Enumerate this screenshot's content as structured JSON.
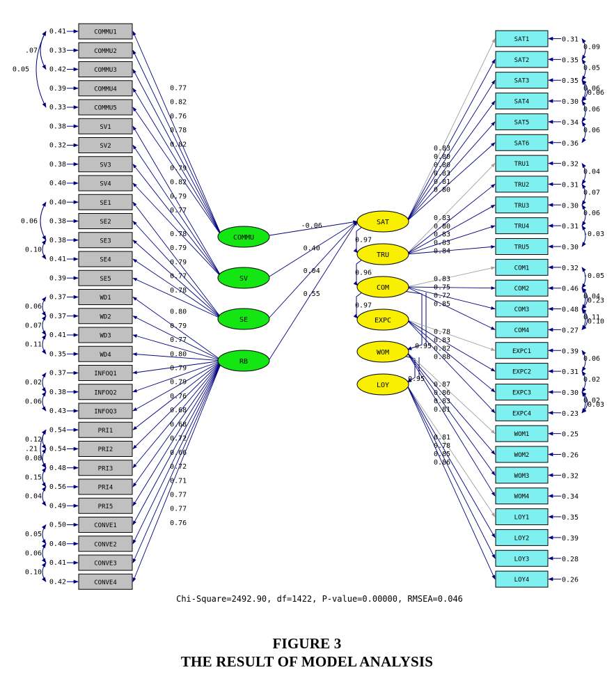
{
  "left_indicators": [
    {
      "name": "COMMU1",
      "error": "0.41",
      "loading": "0.77"
    },
    {
      "name": "COMMU2",
      "error": "0.33",
      "loading": "0.82"
    },
    {
      "name": "COMMU3",
      "error": "0.42",
      "loading": "0.76"
    },
    {
      "name": "COMMU4",
      "error": "0.39",
      "loading": "0.78"
    },
    {
      "name": "COMMU5",
      "error": "0.33",
      "loading": "0.82"
    },
    {
      "name": "SV1",
      "error": "0.38",
      "loading": "0.79"
    },
    {
      "name": "SV2",
      "error": "0.32",
      "loading": "0.82"
    },
    {
      "name": "SV3",
      "error": "0.38",
      "loading": "0.79"
    },
    {
      "name": "SV4",
      "error": "0.40",
      "loading": "0.77"
    },
    {
      "name": "SE1",
      "error": "0.40",
      "loading": "0.78"
    },
    {
      "name": "SE2",
      "error": "0.38",
      "loading": "0.79"
    },
    {
      "name": "SE3",
      "error": "0.38",
      "loading": "0.79"
    },
    {
      "name": "SE4",
      "error": "0.41",
      "loading": "0.77"
    },
    {
      "name": "SE5",
      "error": "0.39",
      "loading": "0.78"
    },
    {
      "name": "WD1",
      "error": "0.37",
      "loading": "0.80"
    },
    {
      "name": "WD2",
      "error": "0.37",
      "loading": "0.79"
    },
    {
      "name": "WD3",
      "error": "0.41",
      "loading": "0.77"
    },
    {
      "name": "WD4",
      "error": "0.35",
      "loading": "0.80"
    },
    {
      "name": "INFOQ1",
      "error": "0.37",
      "loading": "0.79"
    },
    {
      "name": "INFOQ2",
      "error": "0.38",
      "loading": "0.79"
    },
    {
      "name": "INFOQ3",
      "error": "0.43",
      "loading": "0.76"
    },
    {
      "name": "PRI1",
      "error": "0.54",
      "loading": "0.68"
    },
    {
      "name": "PRI2",
      "error": "0.54",
      "loading": "0.68"
    },
    {
      "name": "PRI3",
      "error": "0.48",
      "loading": "0.72"
    },
    {
      "name": "PRI4",
      "error": "0.56",
      "loading": "0.66"
    },
    {
      "name": "PRI5",
      "error": "0.49",
      "loading": "0.72"
    },
    {
      "name": "CONVE1",
      "error": "0.50",
      "loading": "0.71"
    },
    {
      "name": "CONVE2",
      "error": "0.40",
      "loading": "0.77"
    },
    {
      "name": "CONVE3",
      "error": "0.41",
      "loading": "0.77"
    },
    {
      "name": "CONVE4",
      "error": "0.42",
      "loading": "0.76"
    }
  ],
  "left_correlations": [
    {
      "from": 0,
      "to": 2,
      "value": ".07"
    },
    {
      "from": 0,
      "to": 4,
      "value": "0.05"
    },
    {
      "from": 9,
      "to": 11,
      "value": "0.06"
    },
    {
      "from": 11,
      "to": 12,
      "value": "0.10"
    },
    {
      "from": 14,
      "to": 15,
      "value": "0.06"
    },
    {
      "from": 15,
      "to": 16,
      "value": "0.07"
    },
    {
      "from": 16,
      "to": 17,
      "value": "0.11"
    },
    {
      "from": 18,
      "to": 19,
      "value": "0.02"
    },
    {
      "from": 19,
      "to": 20,
      "value": "0.06"
    },
    {
      "from": 21,
      "to": 22,
      "value": "0.12"
    },
    {
      "from": 21,
      "to": 23,
      "value": ".21"
    },
    {
      "from": 22,
      "to": 23,
      "value": "0.08"
    },
    {
      "from": 23,
      "to": 24,
      "value": "0.15"
    },
    {
      "from": 24,
      "to": 25,
      "value": "0.04"
    },
    {
      "from": 26,
      "to": 27,
      "value": "0.05"
    },
    {
      "from": 27,
      "to": 28,
      "value": "0.06"
    },
    {
      "from": 28,
      "to": 29,
      "value": "0.10"
    }
  ],
  "exogenous": [
    {
      "name": "COMMU",
      "path": "-0.06"
    },
    {
      "name": "SV",
      "path": "0.40"
    },
    {
      "name": "SE",
      "path": "0.04"
    },
    {
      "name": "RB",
      "path": "0.55"
    }
  ],
  "endogenous": [
    {
      "name": "SAT"
    },
    {
      "name": "TRU"
    },
    {
      "name": "COM"
    },
    {
      "name": "EXPC"
    },
    {
      "name": "WOM"
    },
    {
      "name": "LOY"
    }
  ],
  "structural_paths": [
    {
      "from": "SAT",
      "to": "TRU",
      "value": "0.97"
    },
    {
      "from": "TRU",
      "to": "COM",
      "value": "0.96"
    },
    {
      "from": "COM",
      "to": "EXPC",
      "value": "0.97"
    },
    {
      "from": "COM",
      "to": "WOM",
      "value": "0.95"
    },
    {
      "from": "WOM",
      "to": "LOY",
      "value": "0.95"
    }
  ],
  "right_indicators": [
    {
      "name": "SAT1",
      "error": "0.31",
      "loading": "0.83"
    },
    {
      "name": "SAT2",
      "error": "0.35",
      "loading": "0.80"
    },
    {
      "name": "SAT3",
      "error": "0.35",
      "loading": "0.80"
    },
    {
      "name": "SAT4",
      "error": "0.30",
      "loading": "0.83"
    },
    {
      "name": "SAT5",
      "error": "0.34",
      "loading": "0.81"
    },
    {
      "name": "SAT6",
      "error": "0.36",
      "loading": "0.80"
    },
    {
      "name": "TRU1",
      "error": "0.32",
      "loading": "0.83"
    },
    {
      "name": "TRU2",
      "error": "0.31",
      "loading": "0.80"
    },
    {
      "name": "TRU3",
      "error": "0.30",
      "loading": "0.83"
    },
    {
      "name": "TRU4",
      "error": "0.31",
      "loading": "0.83"
    },
    {
      "name": "TRU5",
      "error": "0.30",
      "loading": "0.84"
    },
    {
      "name": "COM1",
      "error": "0.32",
      "loading": "0.83"
    },
    {
      "name": "COM2",
      "error": "0.46",
      "loading": "0.75"
    },
    {
      "name": "COM3",
      "error": "0.48",
      "loading": "0.72"
    },
    {
      "name": "COM4",
      "error": "0.27",
      "loading": "0.85"
    },
    {
      "name": "EXPC1",
      "error": "0.39",
      "loading": "0.78"
    },
    {
      "name": "EXPC2",
      "error": "0.31",
      "loading": "0.83"
    },
    {
      "name": "EXPC3",
      "error": "0.30",
      "loading": "0.82"
    },
    {
      "name": "EXPC4",
      "error": "0.23",
      "loading": "0.88"
    },
    {
      "name": "WOM1",
      "error": "0.25",
      "loading": "0.87"
    },
    {
      "name": "WOM2",
      "error": "0.26",
      "loading": "0.86"
    },
    {
      "name": "WOM3",
      "error": "0.32",
      "loading": "0.83"
    },
    {
      "name": "WOM4",
      "error": "0.34",
      "loading": "0.81"
    },
    {
      "name": "LOY1",
      "error": "0.35",
      "loading": "0.81"
    },
    {
      "name": "LOY2",
      "error": "0.39",
      "loading": "0.78"
    },
    {
      "name": "LOY3",
      "error": "0.28",
      "loading": "0.85"
    },
    {
      "name": "LOY4",
      "error": "0.26",
      "loading": "0.86"
    }
  ],
  "right_correlations": [
    {
      "from": 0,
      "to": 1,
      "value": "0.09"
    },
    {
      "from": 1,
      "to": 2,
      "value": "0.05"
    },
    {
      "from": 2,
      "to": 3,
      "value": "0.06"
    },
    {
      "from": 2,
      "to": 3,
      "value": "0.06"
    },
    {
      "from": 3,
      "to": 4,
      "value": "0.06"
    },
    {
      "from": 4,
      "to": 5,
      "value": "0.06"
    },
    {
      "from": 6,
      "to": 7,
      "value": "0.04"
    },
    {
      "from": 7,
      "to": 8,
      "value": "0.07"
    },
    {
      "from": 8,
      "to": 9,
      "value": "0.06"
    },
    {
      "from": 9,
      "to": 10,
      "value": "-0.03"
    },
    {
      "from": 11,
      "to": 12,
      "value": "-0.05"
    },
    {
      "from": 12,
      "to": 13,
      "value": "0.04"
    },
    {
      "from": 12,
      "to": 13,
      "value": "0.23"
    },
    {
      "from": 13,
      "to": 14,
      "value": "0.11"
    },
    {
      "from": 13,
      "to": 14,
      "value": "0.10"
    },
    {
      "from": 15,
      "to": 16,
      "value": "0.06"
    },
    {
      "from": 16,
      "to": 17,
      "value": "0.02"
    },
    {
      "from": 17,
      "to": 18,
      "value": "0.02"
    },
    {
      "from": 17,
      "to": 18,
      "value": "0.03"
    }
  ],
  "fit_statistics": "Chi-Square=2492.90, df=1422, P-value=0.00000, RMSEA=0.046",
  "caption": {
    "label": "FIGURE 3",
    "title": "THE RESULT OF MODEL ANALYSIS"
  },
  "colors": {
    "indicator_left": "#c0c0c0",
    "indicator_right": "#7ff0f0",
    "exogenous": "#14e614",
    "endogenous": "#f8f000",
    "path": "#00007f",
    "path_fixed": "#a0a0a0"
  }
}
